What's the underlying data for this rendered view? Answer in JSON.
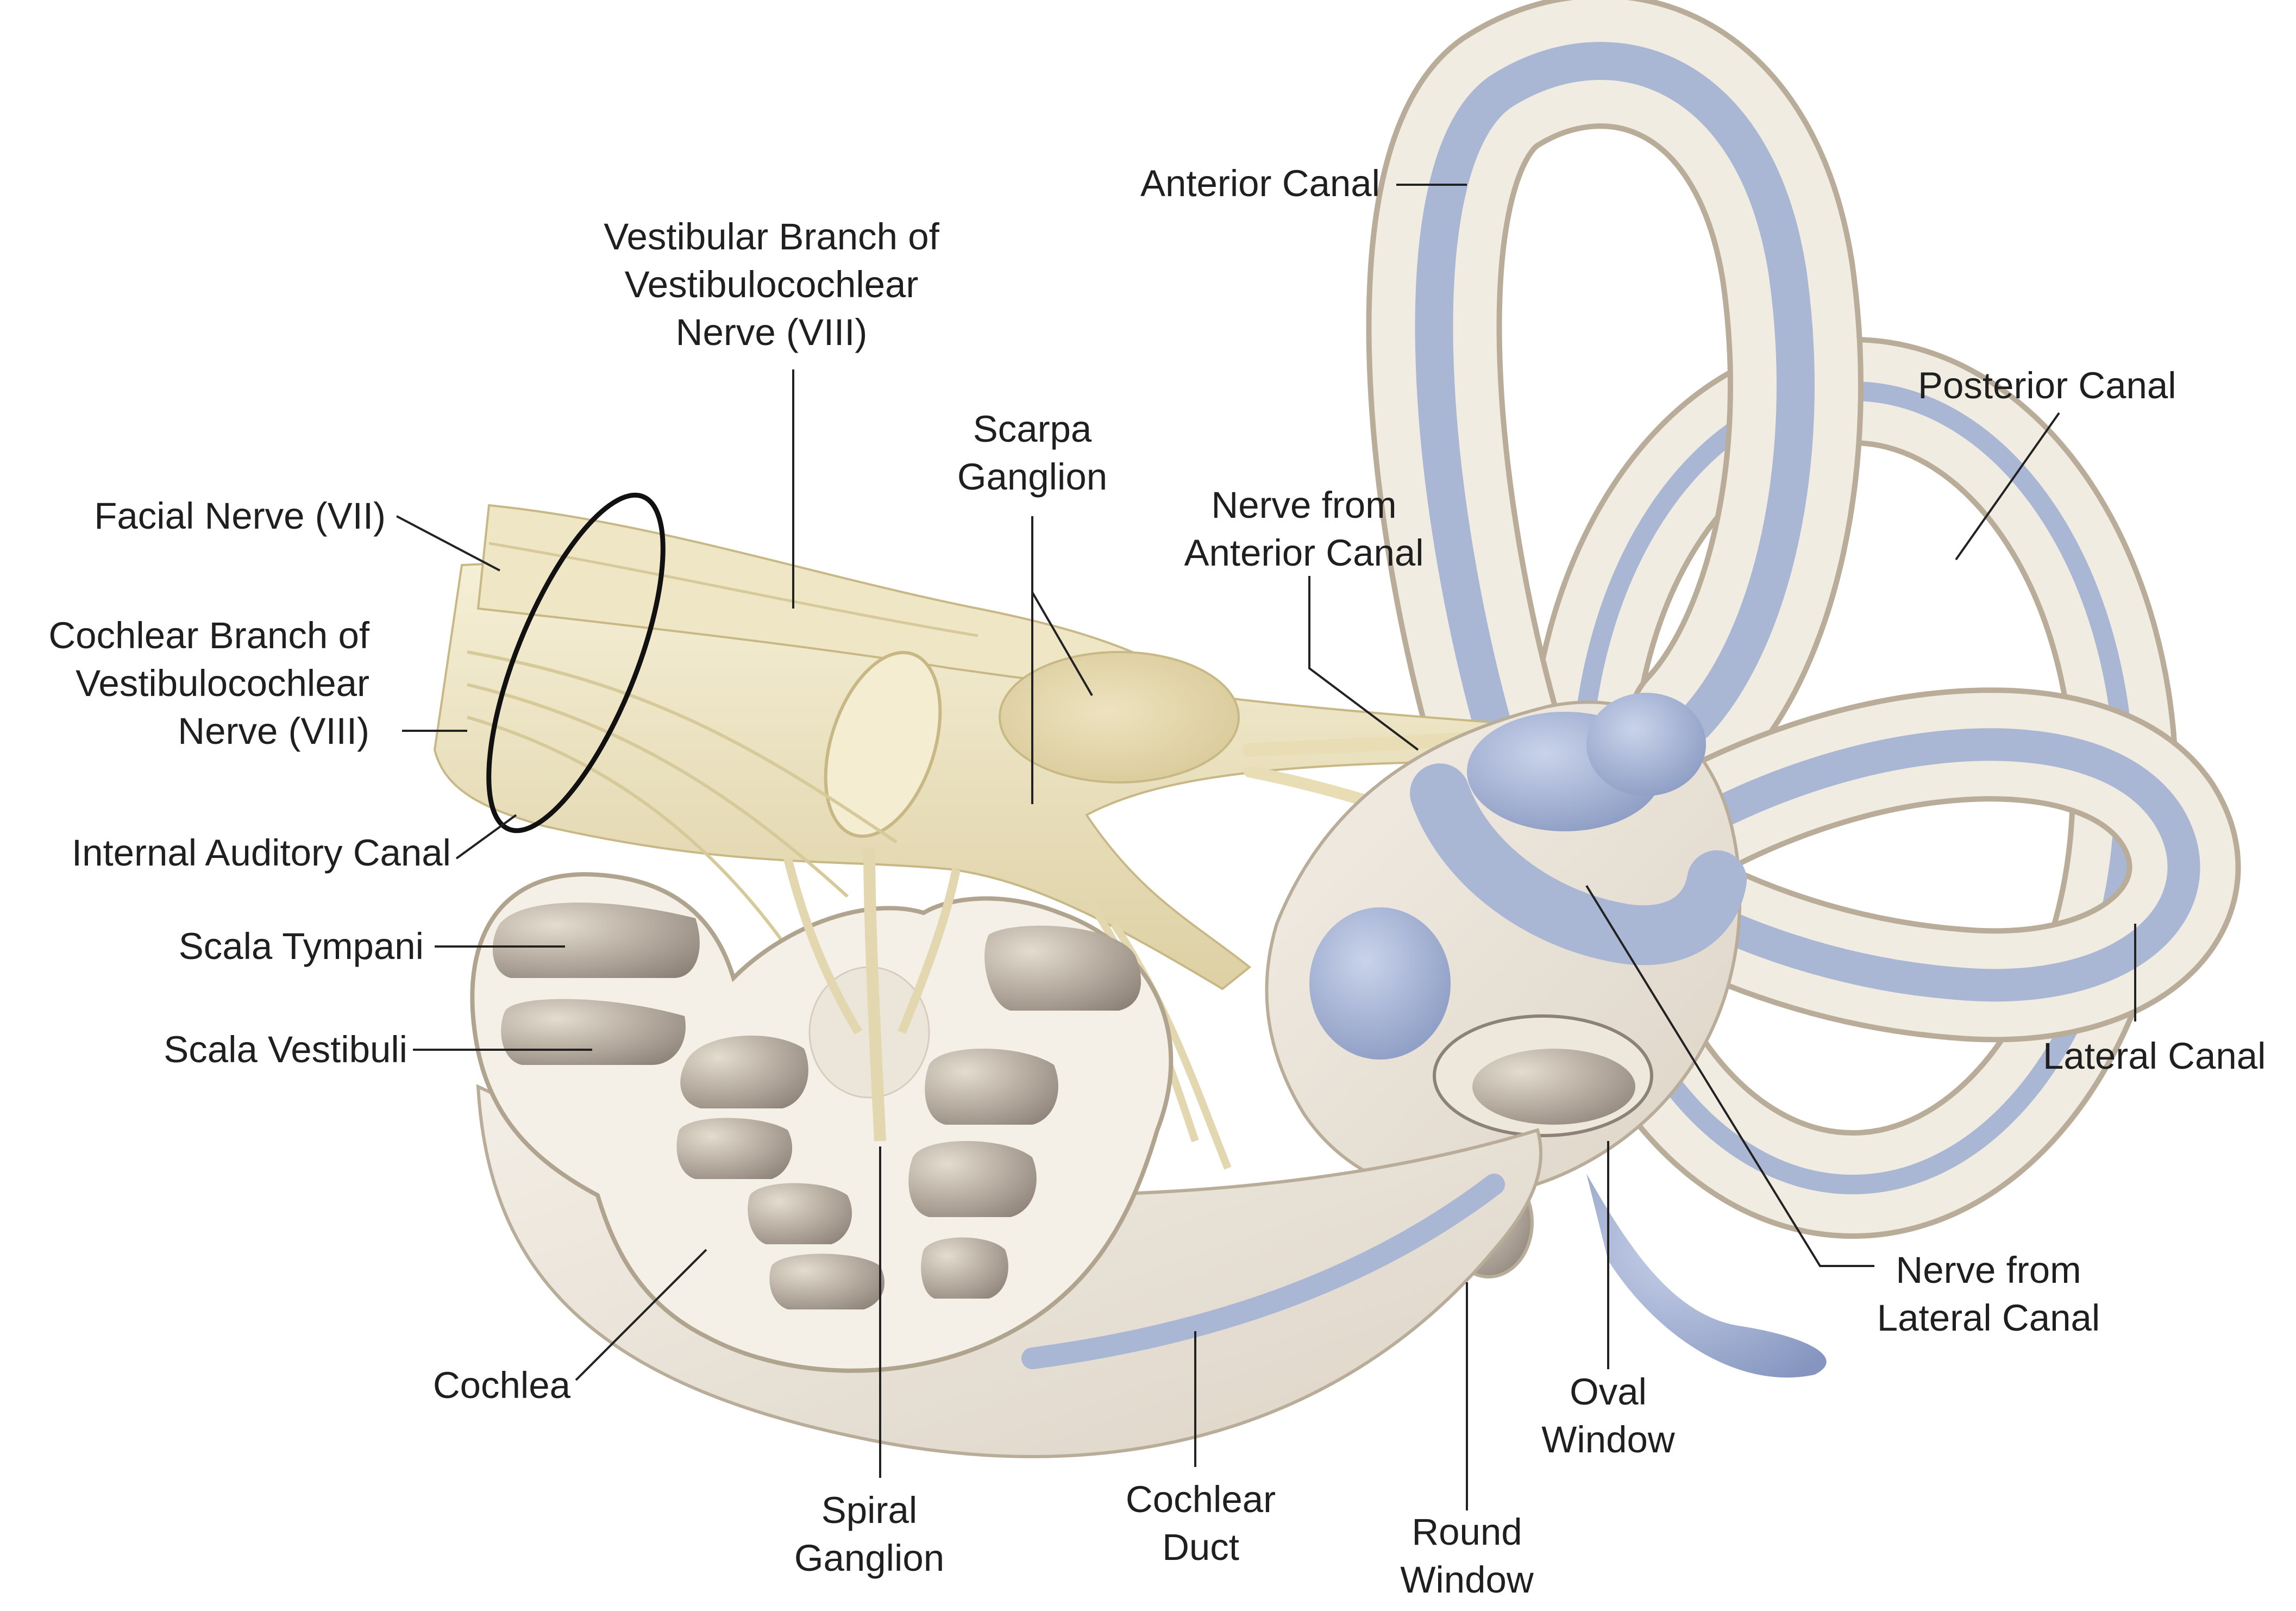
{
  "colors": {
    "nerve": "#ece3c1",
    "nerve_dark": "#cdbf8f",
    "bone": "#ede7dc",
    "bone_outline": "#b7ab96",
    "chamber_dark": "#8d8276",
    "chamber_light": "#dcd3c7",
    "endolymph": "#a9b6d4",
    "endolymph_dark": "#7d8db5",
    "leader": "#222222"
  },
  "labels": {
    "anterior_canal": [
      "Anterior Canal"
    ],
    "vestibular_branch": [
      "Vestibular Branch of",
      "Vestibulocochlear",
      "Nerve (VIII)"
    ],
    "posterior_canal": [
      "Posterior Canal"
    ],
    "scarpa_ganglion": [
      "Scarpa",
      "Ganglion"
    ],
    "nerve_anterior_canal": [
      "Nerve from",
      "Anterior Canal"
    ],
    "facial_nerve": [
      "Facial Nerve (VII)"
    ],
    "cochlear_branch": [
      "Cochlear Branch of",
      "Vestibulocochlear",
      "Nerve (VIII)"
    ],
    "internal_auditory_canal": [
      "Internal Auditory Canal"
    ],
    "scala_tympani": [
      "Scala Tympani"
    ],
    "scala_vestibuli": [
      "Scala Vestibuli"
    ],
    "lateral_canal": [
      "Lateral Canal"
    ],
    "nerve_lateral_canal": [
      "Nerve from",
      "Lateral Canal"
    ],
    "cochlea": [
      "Cochlea"
    ],
    "oval_window": [
      "Oval",
      "Window"
    ],
    "spiral_ganglion": [
      "Spiral",
      "Ganglion"
    ],
    "cochlear_duct": [
      "Cochlear",
      "Duct"
    ],
    "round_window": [
      "Round",
      "Window"
    ]
  }
}
